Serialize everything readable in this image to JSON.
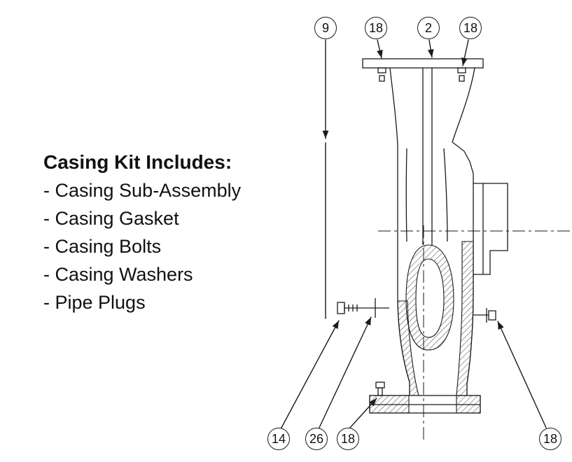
{
  "note": {
    "title": "Casing Kit Includes:",
    "items": [
      "- Casing Sub-Assembly",
      "- Casing Gasket",
      "- Casing Bolts",
      "- Casing Washers",
      "- Pipe Plugs"
    ]
  },
  "callouts": {
    "top": [
      "9",
      "18",
      "2",
      "18"
    ],
    "bottom": [
      "14",
      "26",
      "18",
      "18"
    ]
  },
  "colors": {
    "line": "#1a1a1a",
    "background": "#ffffff",
    "hatch": "#2a2a2a"
  }
}
